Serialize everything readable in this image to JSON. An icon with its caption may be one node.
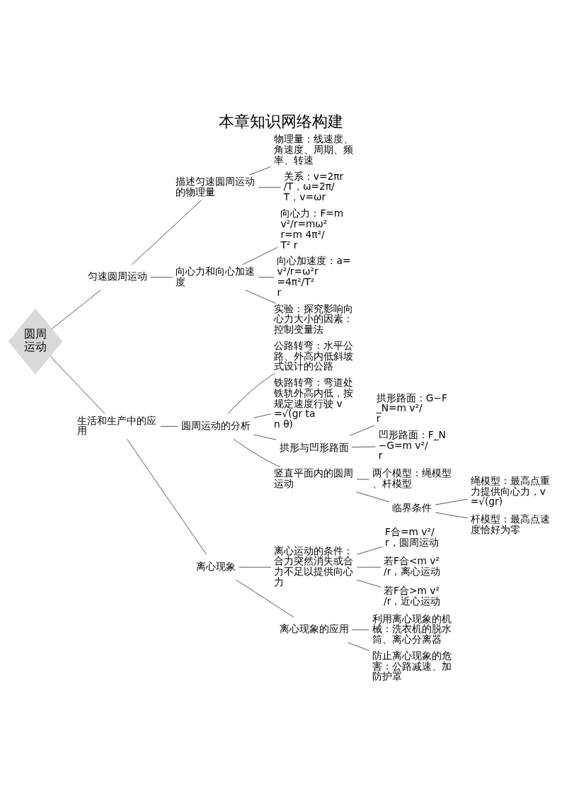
{
  "diagram": {
    "title": "本章知识网络构建",
    "nodes": [
      {
        "text": [
          "圆周运动"
        ]
      },
      {
        "text": [
          "匀速圆周运动"
        ]
      },
      {
        "text": [
          "描述匀速圆周运动的物理量"
        ]
      },
      {
        "text": [
          "物理量：线速度、角速度、周期、频率、转速"
        ]
      },
      {
        "text": [
          "关系：v=2πr/T，ω=2π/T，v=ωr"
        ]
      },
      {
        "text": [
          "向心力和向心加速度"
        ]
      },
      {
        "text": [
          "向心力：F=m v²/r=mω²r=m 4π²/T² r"
        ]
      },
      {
        "text": [
          "向心加速度：a=v²/r=ω²r=4π²/T² r"
        ]
      },
      {
        "text": [
          "实验：探究影响向心力大小的因素：控制变量法"
        ]
      },
      {
        "text": [
          "生活和生产中的应用"
        ]
      },
      {
        "text": [
          "圆周运动的分析"
        ]
      },
      {
        "text": [
          "公路转弯：水平公路、外高内低斜坡式设计的公路"
        ]
      },
      {
        "text": [
          "铁路转弯：弯道处铁轨外高内低，按规定速度行驶 v=√(gr tan θ)"
        ]
      },
      {
        "text": [
          "拱形与凹形路面"
        ]
      },
      {
        "text": [
          "拱形路面：G−F_N=m v²/r"
        ]
      },
      {
        "text": [
          "凹形路面：F_N−G=m v²/r"
        ]
      },
      {
        "text": [
          "竖直平面内的圆周运动"
        ]
      },
      {
        "text": [
          "两个模型：绳模型、杆模型"
        ]
      },
      {
        "text": [
          "临界条件"
        ]
      },
      {
        "text": [
          "绳模型：最高点重力提供向心力，v=√(gr)"
        ]
      },
      {
        "text": [
          "杆模型：最高点速度恰好为零"
        ]
      },
      {
        "text": [
          "离心现象"
        ]
      },
      {
        "text": [
          "离心运动的条件：合力突然消失或合力不足以提供向心力"
        ]
      },
      {
        "text": [
          "F合=m v²/r，圆周运动"
        ]
      },
      {
        "text": [
          "若F合<m v²/r，离心运动"
        ]
      },
      {
        "text": [
          "若F合>m v²/r，近心运动"
        ]
      },
      {
        "text": [
          "离心现象的应用"
        ]
      },
      {
        "text": [
          "利用离心现象的机械：洗衣机的脱水筒、离心分离器"
        ]
      },
      {
        "text": [
          "防止离心现象的危害：公路减速、加防护罩"
        ]
      }
    ],
    "edges": [
      {
        "from": 0,
        "to": 1,
        "arrow": "none"
      },
      {
        "from": 0,
        "to": 9,
        "arrow": "none"
      },
      {
        "from": 1,
        "to": 2,
        "arrow": "none"
      },
      {
        "from": 1,
        "to": 5,
        "arrow": "none"
      },
      {
        "from": 2,
        "to": 3,
        "arrow": "none"
      },
      {
        "from": 2,
        "to": 4,
        "arrow": "none"
      },
      {
        "from": 5,
        "to": 6,
        "arrow": "none"
      },
      {
        "from": 5,
        "to": 7,
        "arrow": "none"
      },
      {
        "from": 5,
        "to": 8,
        "arrow": "none"
      },
      {
        "from": 9,
        "to": 10,
        "arrow": "none"
      },
      {
        "from": 9,
        "to": 21,
        "arrow": "none"
      },
      {
        "from": 10,
        "to": 11,
        "arrow": "none"
      },
      {
        "from": 10,
        "to": 12,
        "arrow": "none"
      },
      {
        "from": 10,
        "to": 13,
        "arrow": "none"
      },
      {
        "from": 10,
        "to": 16,
        "arrow": "none"
      },
      {
        "from": 13,
        "to": 14,
        "arrow": "none"
      },
      {
        "from": 13,
        "to": 15,
        "arrow": "none"
      },
      {
        "from": 16,
        "to": 17,
        "arrow": "none"
      },
      {
        "from": 16,
        "to": 18,
        "arrow": "none"
      },
      {
        "from": 18,
        "to": 19,
        "arrow": "none"
      },
      {
        "from": 18,
        "to": 20,
        "arrow": "none"
      },
      {
        "from": 21,
        "to": 22,
        "arrow": "none"
      },
      {
        "from": 21,
        "to": 26,
        "arrow": "none"
      },
      {
        "from": 22,
        "to": 23,
        "arrow": "none"
      },
      {
        "from": 22,
        "to": 24,
        "arrow": "none"
      },
      {
        "from": 22,
        "to": 25,
        "arrow": "none"
      },
      {
        "from": 26,
        "to": 27,
        "arrow": "none"
      },
      {
        "from": 26,
        "to": 28,
        "arrow": "none"
      }
    ]
  }
}
